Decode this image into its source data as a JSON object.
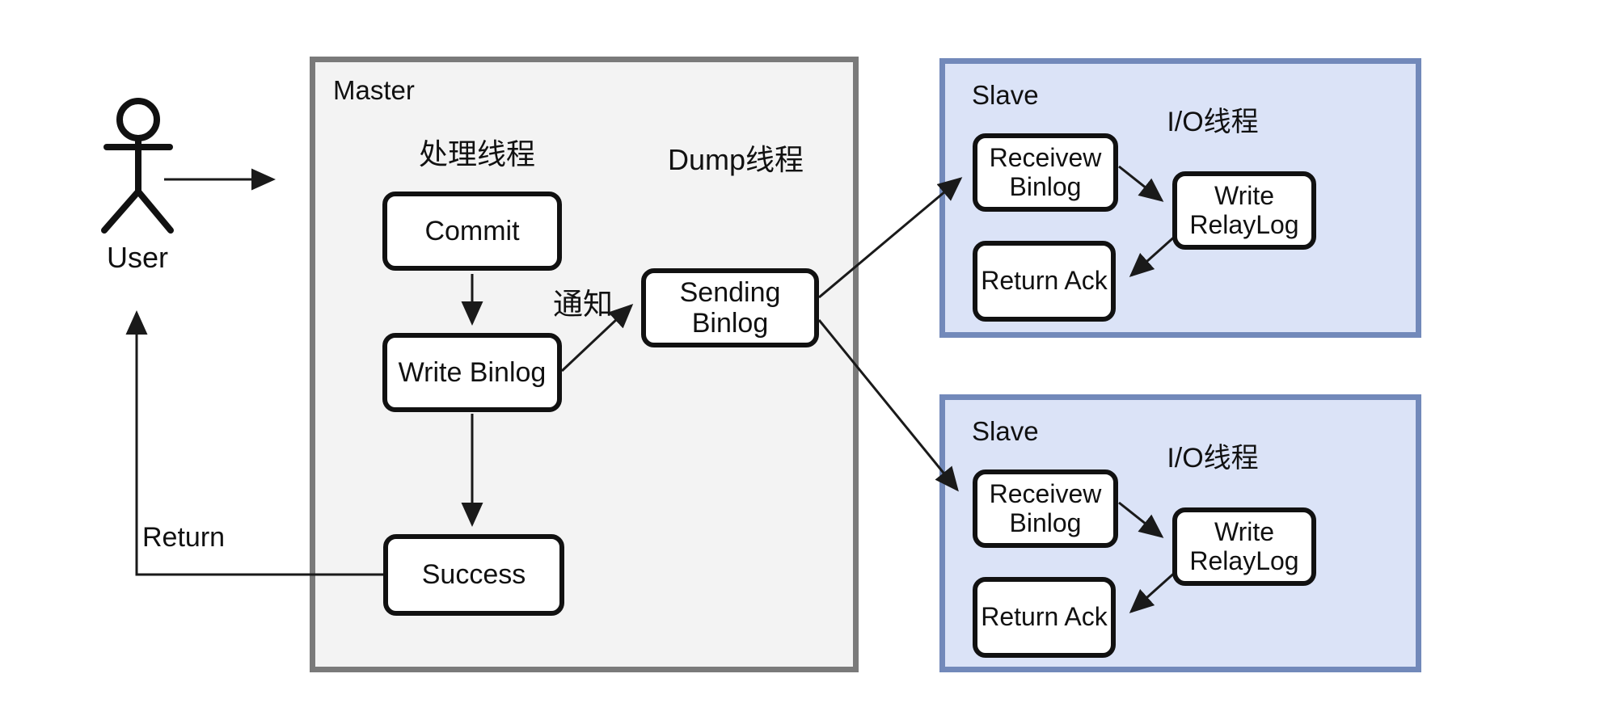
{
  "colors": {
    "background": "#ffffff",
    "master_fill": "#f3f3f3",
    "master_border": "#7a7a7a",
    "slave_fill": "#dbe3f7",
    "slave_border": "#7289ba",
    "node_fill": "#ffffff",
    "node_border": "#111111",
    "arrow_line": "#1a1a1a"
  },
  "user": {
    "label": "User"
  },
  "edge_labels": {
    "return": "Return",
    "notify": "通知"
  },
  "master": {
    "title": "Master",
    "threads": {
      "process": "处理线程",
      "dump": "Dump线程"
    },
    "nodes": {
      "commit": "Commit",
      "write_binlog": "Write Binlog",
      "success": "Success",
      "sending_binlog": "Sending Binlog"
    }
  },
  "slaves": [
    {
      "title": "Slave",
      "thread": "I/O线程",
      "nodes": {
        "receive_binlog": "Receivew Binlog",
        "write_relaylog": "Write RelayLog",
        "return_ack": "Return Ack"
      }
    },
    {
      "title": "Slave",
      "thread": "I/O线程",
      "nodes": {
        "receive_binlog": "Receivew Binlog",
        "write_relaylog": "Write RelayLog",
        "return_ack": "Return Ack"
      }
    }
  ]
}
